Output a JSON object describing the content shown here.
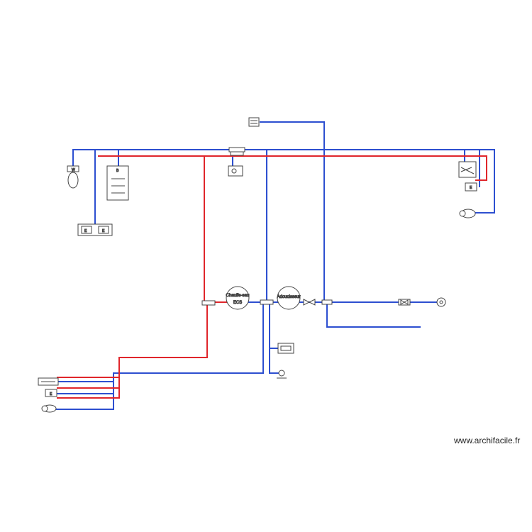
{
  "colors": {
    "cold": "#2d4fd0",
    "hot": "#e0262b",
    "fixture": "#444444"
  },
  "labels": {
    "chauffe_eau": "Chauffe-eau",
    "adoucisseur": "Adoucisseur"
  },
  "watermark": "www.archifacile.fr"
}
